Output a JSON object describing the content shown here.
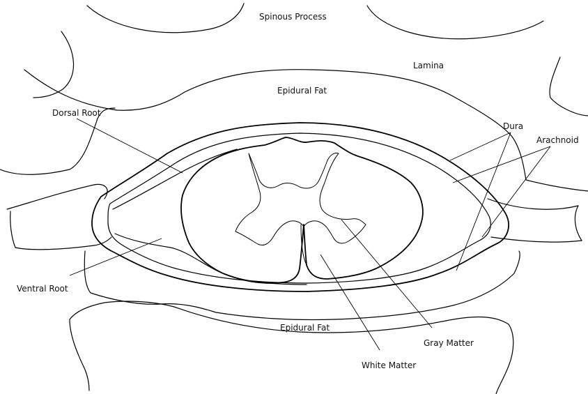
{
  "labels": {
    "spinous_process": "Spinous Process",
    "lamina": "Lamina",
    "epidural_fat_top": "Epidural Fat",
    "dorsal_root": "Dorsal Root",
    "dura": "Dura",
    "arachnoid": "Arachnoid",
    "ventral_root": "Ventral Root",
    "epidural_fat_bottom": "Epidural Fat",
    "gray_matter": "Gray Matter",
    "white_matter": "White Matter"
  },
  "colors": {
    "ink": "#000000",
    "background": "#ffffff"
  }
}
